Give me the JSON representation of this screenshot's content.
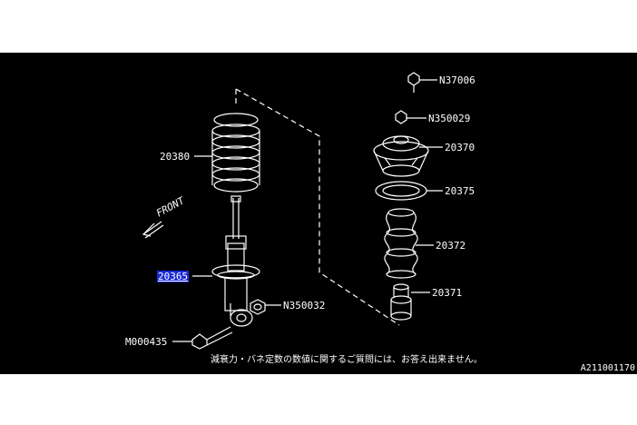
{
  "diagram": {
    "parts": [
      {
        "id": "N37006",
        "label": "N37006"
      },
      {
        "id": "N350029",
        "label": "N350029"
      },
      {
        "id": "20370",
        "label": "20370"
      },
      {
        "id": "20375",
        "label": "20375"
      },
      {
        "id": "20372",
        "label": "20372"
      },
      {
        "id": "20371",
        "label": "20371"
      },
      {
        "id": "20380",
        "label": "20380"
      },
      {
        "id": "20365",
        "label": "20365",
        "highlighted": true
      },
      {
        "id": "N350032",
        "label": "N350032"
      },
      {
        "id": "M000435",
        "label": "M000435"
      }
    ],
    "front_label": "FRONT",
    "note": "減衰力・バネ定数の数値に関するご質問には、お答え出来ません。",
    "diagram_code": "A211001170"
  },
  "colors": {
    "background": "#000000",
    "lines": "#ffffff",
    "highlight": "#1a2bd6"
  }
}
